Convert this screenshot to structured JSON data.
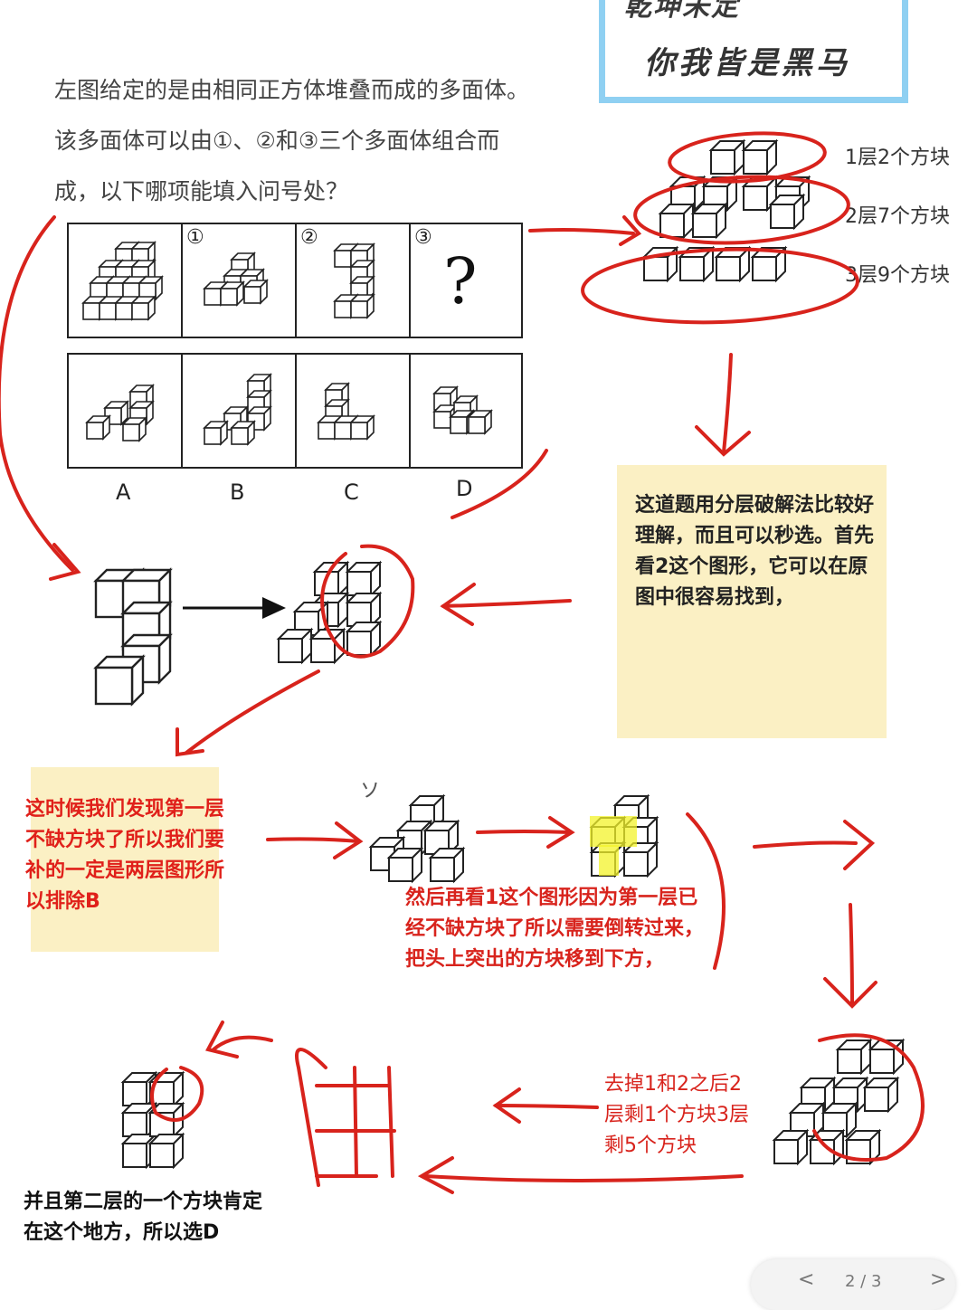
{
  "banner": {
    "line1": "乾坤未定",
    "line2": "你我皆是黑马",
    "border_color": "#8fd0f2"
  },
  "question": {
    "text": "左图给定的是由相同正方体堆叠而成的多面体。该多面体可以由①、②和③三个多面体组合而成，以下哪项能填入问号处？"
  },
  "grid": {
    "cell_numbers": [
      "①",
      "②",
      "③"
    ],
    "question_mark": "?",
    "options": [
      "A",
      "B",
      "C",
      "D"
    ]
  },
  "layers": [
    "1层2个方块",
    "2层7个方块",
    "3层9个方块"
  ],
  "notes": {
    "yellow_note": "这道题用分层破解法比较好理解，而且可以秒选。首先看2这个图形，它可以在原图中很容易找到，",
    "red_note": "这时候我们发现第一层不缺方块了所以我们要补的一定是两层图形所以排除B",
    "figure1_note": "然后再看1这个图形因为第一层已经不缺方块了所以需要倒转过来，把头上突出的方块移到下方，",
    "remove_note": "去掉1和2之后2层剩1个方块3层剩5个方块",
    "final_note": "并且第二层的一个方块肯定在这个地方，所以选D",
    "stray_mark": "ソ"
  },
  "pager": {
    "text": "2 / 3",
    "prev": "<",
    "next": ">"
  },
  "colors": {
    "red_pen": "#d8231c",
    "note_bg": "#fbf0c4",
    "highlight": "#f3f32a"
  }
}
